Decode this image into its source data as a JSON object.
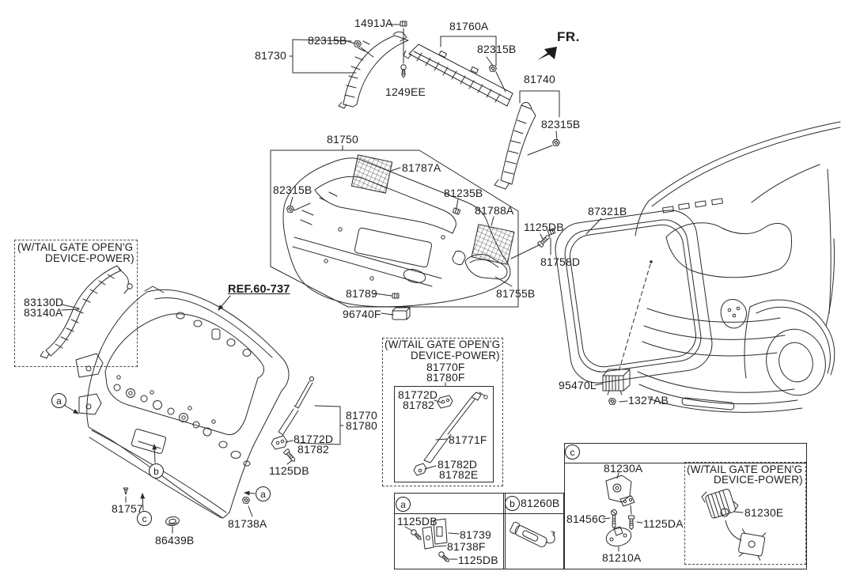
{
  "diagram": {
    "bg_color": "#ffffff",
    "line_color": "#2b2b2b",
    "text_color": "#1c1c1c",
    "direction_label": "FR.",
    "ref_label": "REF.60-737",
    "option_note_line1": "(W/TAIL GATE OPEN'G",
    "option_note_line2": "DEVICE-POWER)",
    "view_letters": {
      "a": "a",
      "b": "b",
      "c": "c"
    }
  },
  "callouts": {
    "p1491ja": "1491JA",
    "p82315b": "82315B",
    "p81730": "81730",
    "p81760a": "81760A",
    "p81740": "81740",
    "p1249ee": "1249EE",
    "p81750": "81750",
    "p81787a": "81787A",
    "p81235b": "81235B",
    "p81788a": "81788A",
    "p1125db": "1125DB",
    "p81758d": "81758D",
    "p81789": "81789",
    "p81755b": "81755B",
    "p96740f": "96740F",
    "p87321b": "87321B",
    "p83130d": "83130D",
    "p83140a": "83140A",
    "p81770": "81770",
    "p81780": "81780",
    "p81772d": "81772D",
    "p81782": "81782",
    "p81757": "81757",
    "p81738a": "81738A",
    "p86439b": "86439B",
    "p81770f": "81770F",
    "p81780f": "81780F",
    "p81771f": "81771F",
    "p81782d": "81782D",
    "p81782e": "81782E",
    "p95470l": "95470L",
    "p1327ab": "1327AB",
    "p81739": "81739",
    "p81738f": "81738F",
    "p81260b": "81260B",
    "p81230a": "81230A",
    "p81456c": "81456C",
    "p1125da": "1125DA",
    "p81210a": "81210A",
    "p81230e": "81230E"
  }
}
